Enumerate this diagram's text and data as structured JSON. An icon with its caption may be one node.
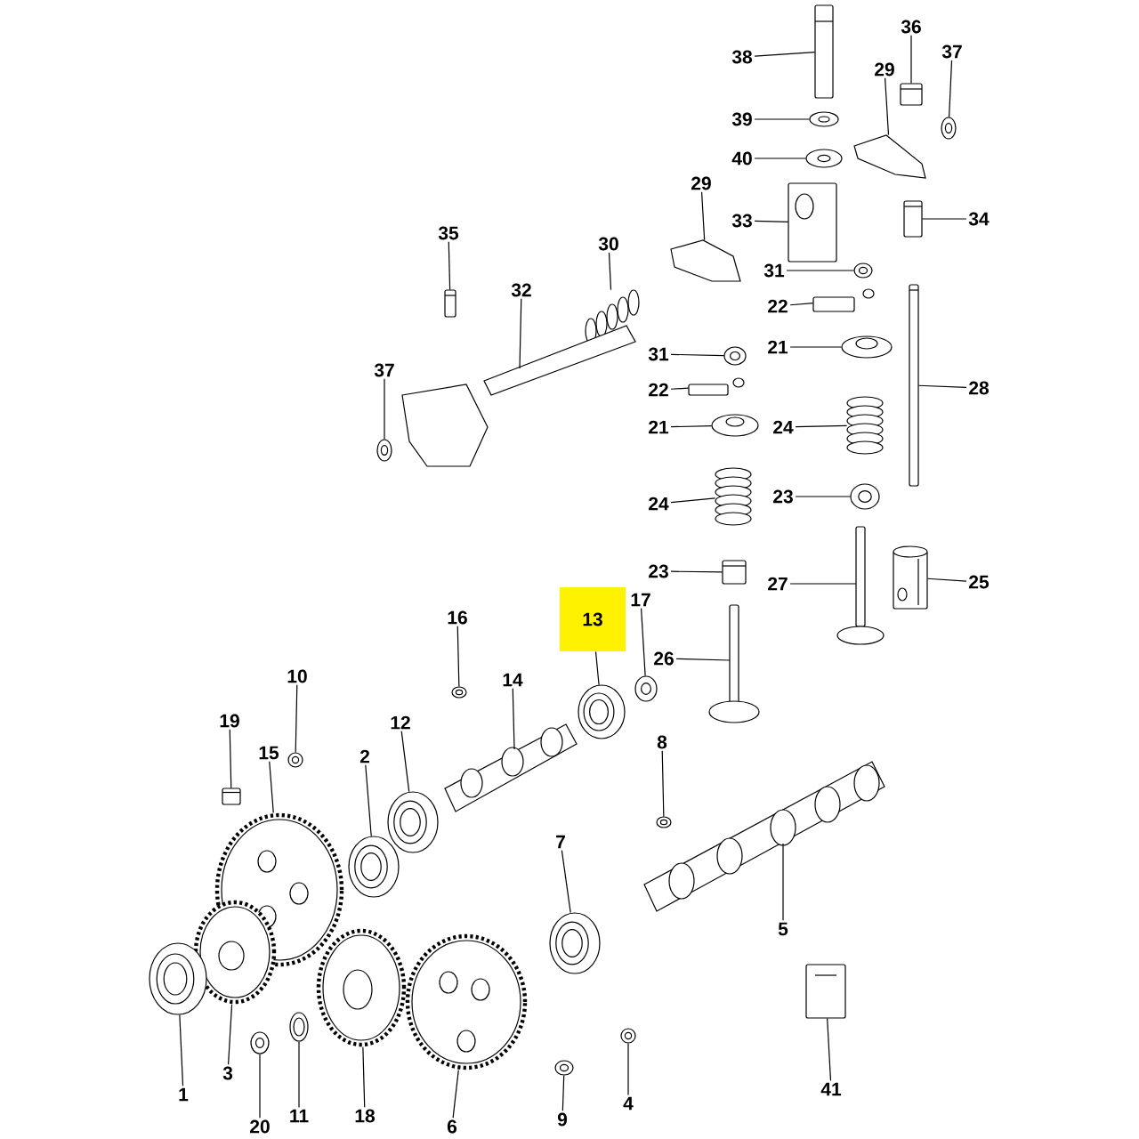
{
  "diagram": {
    "nodes": [
      {
        "text": [
          "38"
        ]
      },
      {
        "text": [
          "36"
        ]
      },
      {
        "text": [
          "37"
        ]
      },
      {
        "text": [
          "39"
        ]
      },
      {
        "text": [
          "29"
        ]
      },
      {
        "text": [
          "40"
        ]
      },
      {
        "text": [
          "29"
        ]
      },
      {
        "text": [
          "33"
        ]
      },
      {
        "text": [
          "34"
        ]
      },
      {
        "text": [
          "35"
        ]
      },
      {
        "text": [
          "30"
        ]
      },
      {
        "text": [
          "31"
        ]
      },
      {
        "text": [
          "32"
        ]
      },
      {
        "text": [
          "22"
        ]
      },
      {
        "text": [
          "21"
        ]
      },
      {
        "text": [
          "31"
        ]
      },
      {
        "text": [
          "37"
        ]
      },
      {
        "text": [
          "22"
        ]
      },
      {
        "text": [
          "28"
        ]
      },
      {
        "text": [
          "21"
        ]
      },
      {
        "text": [
          "24"
        ]
      },
      {
        "text": [
          "24"
        ]
      },
      {
        "text": [
          "23"
        ]
      },
      {
        "text": [
          "23"
        ]
      },
      {
        "text": [
          "27"
        ]
      },
      {
        "text": [
          "25"
        ]
      },
      {
        "text": [
          "13"
        ]
      },
      {
        "text": [
          "17"
        ]
      },
      {
        "text": [
          "16"
        ]
      },
      {
        "text": [
          "26"
        ]
      },
      {
        "text": [
          "10"
        ]
      },
      {
        "text": [
          "14"
        ]
      },
      {
        "text": [
          "19"
        ]
      },
      {
        "text": [
          "12"
        ]
      },
      {
        "text": [
          "8"
        ]
      },
      {
        "text": [
          "15"
        ]
      },
      {
        "text": [
          "2"
        ]
      },
      {
        "text": [
          "7"
        ]
      },
      {
        "text": [
          "5"
        ]
      },
      {
        "text": [
          "3"
        ]
      },
      {
        "text": [
          "1"
        ]
      },
      {
        "text": [
          "41"
        ]
      },
      {
        "text": [
          "4"
        ]
      },
      {
        "text": [
          "18"
        ]
      },
      {
        "text": [
          "11"
        ]
      },
      {
        "text": [
          "20"
        ]
      },
      {
        "text": [
          "9"
        ]
      },
      {
        "text": [
          "6"
        ]
      },
      {
        "text": [],
        "shape": "picture"
      },
      {
        "text": [],
        "shape": "picture"
      },
      {
        "text": [],
        "shape": "picture"
      },
      {
        "text": [],
        "shape": "picture"
      },
      {
        "text": [],
        "shape": "picture"
      },
      {
        "text": [],
        "shape": "picture"
      },
      {
        "text": [],
        "shape": "picture"
      },
      {
        "text": [],
        "shape": "picture"
      },
      {
        "text": [],
        "shape": "picture"
      },
      {
        "text": [],
        "shape": "picture"
      },
      {
        "text": [],
        "shape": "picture"
      },
      {
        "text": [],
        "shape": "picture"
      },
      {
        "text": [],
        "shape": "picture"
      },
      {
        "text": [],
        "shape": "picture"
      },
      {
        "text": [],
        "shape": "picture"
      },
      {
        "text": [],
        "shape": "picture"
      },
      {
        "text": [],
        "shape": "picture"
      },
      {
        "text": [],
        "shape": "picture"
      },
      {
        "text": [],
        "shape": "picture"
      },
      {
        "text": [],
        "shape": "picture"
      },
      {
        "text": [],
        "shape": "picture"
      },
      {
        "text": [],
        "shape": "picture"
      },
      {
        "text": [],
        "shape": "picture"
      },
      {
        "text": [],
        "shape": "picture"
      },
      {
        "text": [],
        "shape": "picture"
      },
      {
        "text": [],
        "shape": "picture"
      },
      {
        "text": [],
        "shape": "picture"
      },
      {
        "text": [],
        "shape": "picture"
      },
      {
        "text": [],
        "shape": "picture"
      },
      {
        "text": [],
        "shape": "picture"
      },
      {
        "text": [],
        "shape": "picture"
      },
      {
        "text": [],
        "shape": "picture"
      },
      {
        "text": [],
        "shape": "picture"
      },
      {
        "text": [],
        "shape": "picture"
      },
      {
        "text": [],
        "shape": "picture"
      },
      {
        "text": [],
        "shape": "picture"
      },
      {
        "text": [],
        "shape": "picture"
      },
      {
        "text": [],
        "shape": "picture"
      },
      {
        "text": [],
        "shape": "picture"
      },
      {
        "text": [],
        "shape": "picture"
      },
      {
        "text": [],
        "shape": "picture"
      },
      {
        "text": [],
        "shape": "picture"
      },
      {
        "text": [],
        "shape": "picture"
      },
      {
        "text": [],
        "shape": "picture"
      },
      {
        "text": [],
        "shape": "picture"
      },
      {
        "text": [],
        "shape": "picture"
      },
      {
        "text": [],
        "shape": "picture"
      },
      {
        "text": [],
        "shape": "picture"
      }
    ],
    "edges": [
      {
        "from": 0,
        "to": 48,
        "arrow": "none"
      },
      {
        "from": 1,
        "to": 49,
        "arrow": "none"
      },
      {
        "from": 2,
        "to": 50,
        "arrow": "none"
      },
      {
        "from": 3,
        "to": 51,
        "arrow": "none"
      },
      {
        "from": 4,
        "to": 52,
        "arrow": "none"
      },
      {
        "from": 5,
        "to": 53,
        "arrow": "none"
      },
      {
        "from": 6,
        "to": 54,
        "arrow": "none"
      },
      {
        "from": 7,
        "to": 55,
        "arrow": "none"
      },
      {
        "from": 8,
        "to": 56,
        "arrow": "none"
      },
      {
        "from": 9,
        "to": 57,
        "arrow": "none"
      },
      {
        "from": 10,
        "to": 58,
        "arrow": "none"
      },
      {
        "from": 11,
        "to": 59,
        "arrow": "none"
      },
      {
        "from": 12,
        "to": 60,
        "arrow": "none"
      },
      {
        "from": 13,
        "to": 61,
        "arrow": "none"
      },
      {
        "from": 14,
        "to": 62,
        "arrow": "none"
      },
      {
        "from": 15,
        "to": 63,
        "arrow": "none"
      },
      {
        "from": 16,
        "to": 64,
        "arrow": "none"
      },
      {
        "from": 17,
        "to": 65,
        "arrow": "none"
      },
      {
        "from": 18,
        "to": 66,
        "arrow": "none"
      },
      {
        "from": 19,
        "to": 67,
        "arrow": "none"
      },
      {
        "from": 20,
        "to": 68,
        "arrow": "none"
      },
      {
        "from": 21,
        "to": 69,
        "arrow": "none"
      },
      {
        "from": 22,
        "to": 70,
        "arrow": "none"
      },
      {
        "from": 23,
        "to": 71,
        "arrow": "none"
      },
      {
        "from": 24,
        "to": 72,
        "arrow": "none"
      },
      {
        "from": 25,
        "to": 73,
        "arrow": "none"
      },
      {
        "from": 26,
        "to": 74,
        "arrow": "none"
      },
      {
        "from": 27,
        "to": 75,
        "arrow": "none"
      },
      {
        "from": 28,
        "to": 76,
        "arrow": "none"
      },
      {
        "from": 29,
        "to": 77,
        "arrow": "none"
      },
      {
        "from": 30,
        "to": 78,
        "arrow": "none"
      },
      {
        "from": 31,
        "to": 79,
        "arrow": "none"
      },
      {
        "from": 32,
        "to": 80,
        "arrow": "none"
      },
      {
        "from": 33,
        "to": 81,
        "arrow": "none"
      },
      {
        "from": 34,
        "to": 82,
        "arrow": "none"
      },
      {
        "from": 35,
        "to": 83,
        "arrow": "none"
      },
      {
        "from": 36,
        "to": 84,
        "arrow": "none"
      },
      {
        "from": 37,
        "to": 85,
        "arrow": "none"
      },
      {
        "from": 38,
        "to": 86,
        "arrow": "none"
      },
      {
        "from": 39,
        "to": 87,
        "arrow": "none"
      },
      {
        "from": 40,
        "to": 88,
        "arrow": "none"
      },
      {
        "from": 41,
        "to": 89,
        "arrow": "none"
      },
      {
        "from": 42,
        "to": 90,
        "arrow": "none"
      },
      {
        "from": 43,
        "to": 91,
        "arrow": "none"
      },
      {
        "from": 44,
        "to": 92,
        "arrow": "none"
      },
      {
        "from": 45,
        "to": 93,
        "arrow": "none"
      },
      {
        "from": 46,
        "to": 94,
        "arrow": "none"
      },
      {
        "from": 47,
        "to": 95,
        "arrow": "none"
      }
    ]
  }
}
